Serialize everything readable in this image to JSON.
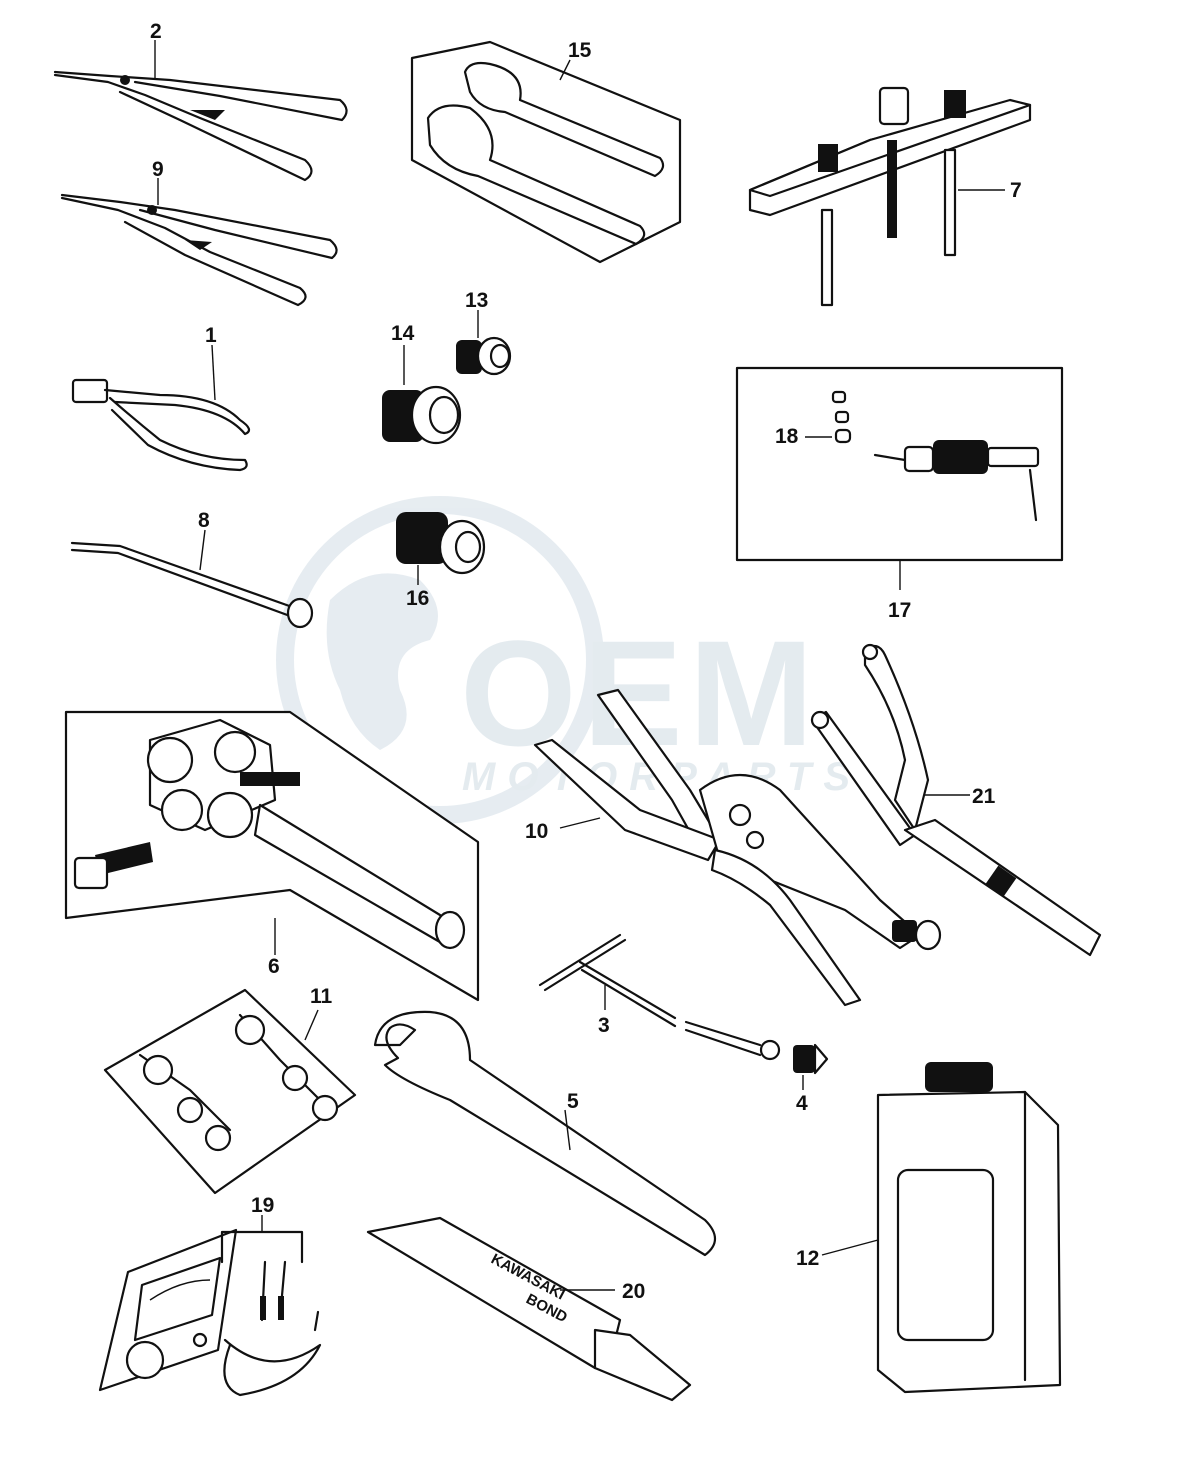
{
  "watermark": {
    "logo_text": "OEM",
    "sub_text": "MOTORPARTS"
  },
  "callouts": {
    "c1": "1",
    "c2": "2",
    "c3": "3",
    "c4": "4",
    "c5": "5",
    "c6": "6",
    "c7": "7",
    "c8": "8",
    "c9": "9",
    "c10": "10",
    "c11": "11",
    "c12": "12",
    "c13": "13",
    "c14": "14",
    "c15": "15",
    "c16": "16",
    "c17": "17",
    "c18": "18",
    "c19": "19",
    "c20": "20",
    "c21": "21"
  },
  "labels": {
    "tube_brand": "KAWASAKI",
    "tube_product": "BOND"
  },
  "colors": {
    "line": "#111111",
    "watermark": "#dfe8ee"
  }
}
